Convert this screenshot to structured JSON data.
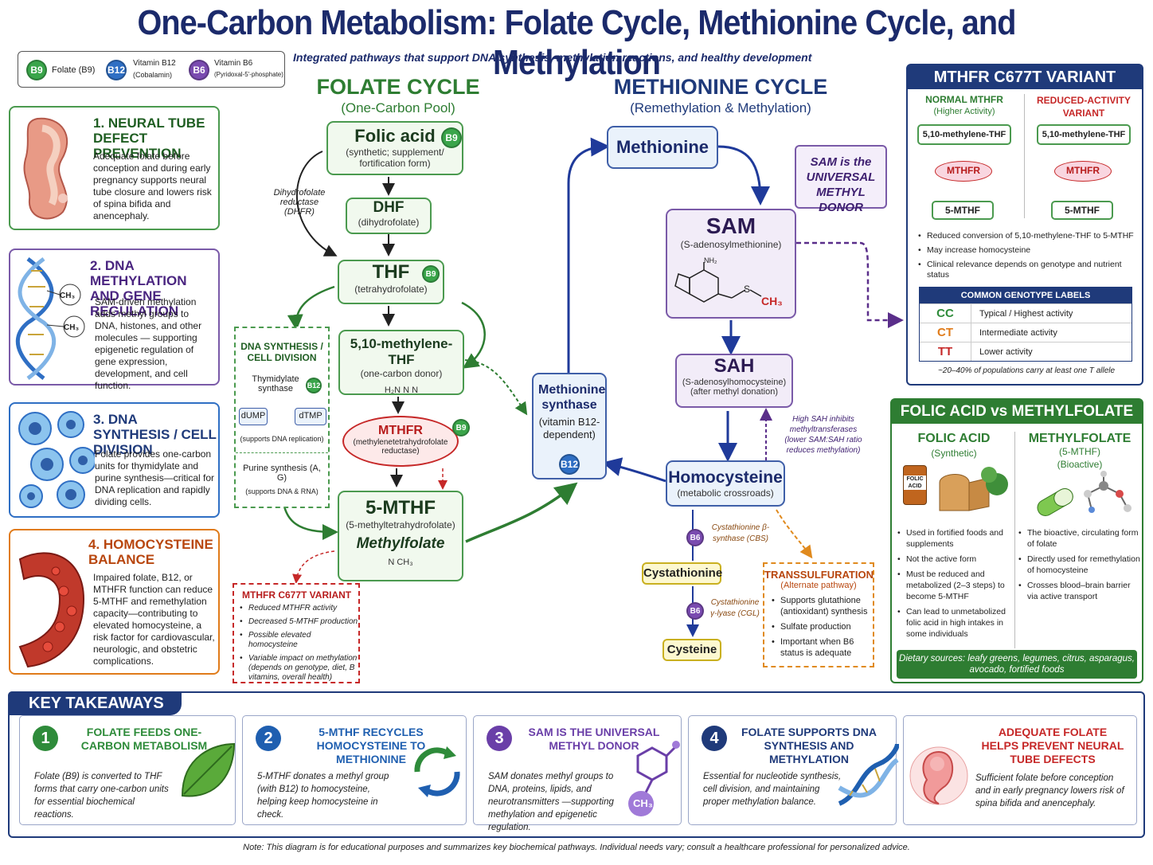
{
  "title": "One-Carbon Metabolism: Folate Cycle, Methionine Cycle, and Methylation",
  "subtitle": "Integrated pathways that support DNA synthesis, methylation reactions, and healthy development",
  "legend": [
    {
      "badge": "B9",
      "label": "Folate (B9)",
      "sub": "",
      "color": "#3aa54a"
    },
    {
      "badge": "B12",
      "label": "Vitamin B12",
      "sub": "(Cobalamin)",
      "color": "#2f6fc4"
    },
    {
      "badge": "B6",
      "label": "Vitamin B6",
      "sub": "(Pyridoxal-5'-phosphate)",
      "color": "#7a4bb0"
    }
  ],
  "folate": {
    "title": "FOLATE CYCLE",
    "sub": "(One-Carbon Pool)",
    "folic_acid": {
      "name": "Folic acid",
      "badge": "B9",
      "desc": "(synthetic; supplement/ fortification form)"
    },
    "dhfr": "Dihydrofolate reductase (DHFR)",
    "dhf": {
      "name": "DHF",
      "desc": "(dihydrofolate)"
    },
    "thf": {
      "name": "THF",
      "badge": "B9",
      "desc": "(tetrahydrofolate)"
    },
    "methylene": {
      "name": "5,10-methylene-THF",
      "desc": "(one-carbon donor)",
      "struct": "H₂N   N   N"
    },
    "mthfr": {
      "name": "MTHFR",
      "badge": "B9",
      "desc": "(methylenetetrahydrofolate reductase)"
    },
    "mthf": {
      "name": "5-MTHF",
      "desc": "(5-methyltetrahydrofolate)",
      "alt": "Methylfolate",
      "struct": "N   CH₃"
    },
    "dna_box": {
      "title": "DNA SYNTHESIS / CELL DIVISION",
      "enzyme": "Thymidylate synthase",
      "badge": "B12",
      "dump": "dUMP",
      "dtmp": "dTMP",
      "note1": "(supports DNA replication)",
      "purine": "Purine synthesis (A, G)",
      "note2": "(supports DNA & RNA)"
    },
    "variant_box": {
      "title": "MTHFR C677T VARIANT",
      "items": [
        "Reduced MTHFR activity",
        "Decreased 5-MTHF production",
        "Possible elevated homocysteine",
        "Variable impact on methylation (depends on genotype, diet, B vitamins, overall health)"
      ]
    }
  },
  "methionine": {
    "title": "METHIONINE CYCLE",
    "sub": "(Remethylation & Methylation)",
    "methionine": "Methionine",
    "sam": {
      "name": "SAM",
      "desc": "(S-adenosylmethionine)",
      "s": "S",
      "ch3": "CH₃",
      "nh2": "NH₂"
    },
    "sam_note": [
      "SAM is the",
      "UNIVERSAL",
      "METHYL DONOR"
    ],
    "sah": {
      "name": "SAH",
      "desc": "(S-adenosylhomocysteine)",
      "desc2": "(after methyl donation)"
    },
    "sah_note": "High SAH inhibits methyltransferases (lower SAM:SAH ratio reduces methylation)",
    "homocysteine": {
      "name": "Homocysteine",
      "desc": "(metabolic crossroads)"
    },
    "synthase": {
      "name": "Methionine synthase",
      "desc": "(vitamin B12-dependent)",
      "badge": "B12"
    },
    "cbs": {
      "badge": "B6",
      "label": "Cystathionine β-synthase (CBS)"
    },
    "cystathionine": "Cystathionine",
    "cgl": {
      "badge": "B6",
      "label": "Cystathionine γ-lyase (CGL)"
    },
    "cysteine": "Cysteine",
    "transsulfuration": {
      "title": "TRANSSULFURATION",
      "sub": "(Alternate pathway)",
      "items": [
        "Supports glutathione (antioxidant) synthesis",
        "Sulfate production",
        "Important when B6 status is adequate"
      ]
    }
  },
  "left_panels": [
    {
      "title": "1. NEURAL TUBE DEFECT PREVENTION",
      "text": "Adequate folate before conception and during early pregnancy supports neural tube closure and lowers risk of spina bifida and anencephaly.",
      "color": "#2f7d32"
    },
    {
      "title": "2. DNA METHYLATION AND GENE REGULATION",
      "text": "SAM-driven methylation adds methyl groups to DNA, histones, and other molecules — supporting epigenetic regulation of gene expression, development, and cell function.",
      "color": "#5a2e8a"
    },
    {
      "title": "3. DNA SYNTHESIS / CELL DIVISION",
      "text": "Folate provides one-carbon units for thymidylate and purine synthesis—critical for DNA replication and rapidly dividing cells.",
      "color": "#1f3a7a"
    },
    {
      "title": "4. HOMOCYSTEINE BALANCE",
      "text": "Impaired folate, B12, or MTHFR function can reduce 5-MTHF and remethylation capacity—contributing to elevated homocysteine, a risk factor for cardiovascular, neurologic, and obstetric complications.",
      "color": "#b8460e"
    }
  ],
  "mthfr_variant": {
    "title": "MTHFR C677T VARIANT",
    "normal": {
      "title": "NORMAL MTHFR",
      "sub": "(Higher Activity)"
    },
    "reduced": {
      "title": "REDUCED-ACTIVITY VARIANT"
    },
    "flow": {
      "top": "5,10-methylene-THF",
      "enzyme": "MTHFR",
      "bottom": "5-MTHF"
    },
    "items": [
      "Reduced conversion of 5,10-methylene-THF to 5-MTHF",
      "May increase homocysteine",
      "Clinical relevance depends on genotype and nutrient status"
    ],
    "genotype_title": "COMMON GENOTYPE LABELS",
    "genotypes": [
      {
        "code": "CC",
        "label": "Typical / Highest activity",
        "color": "#2e8b3a"
      },
      {
        "code": "CT",
        "label": "Intermediate activity",
        "color": "#e07b1a"
      },
      {
        "code": "TT",
        "label": "Lower activity",
        "color": "#c62828"
      }
    ],
    "footnote": "~20–40% of populations carry at least one T allele"
  },
  "folic_vs": {
    "title": "FOLIC ACID vs METHYLFOLATE",
    "folic": {
      "title": "FOLIC ACID",
      "sub": "(Synthetic)",
      "bottle": "FOLIC ACID",
      "items": [
        "Used in fortified foods and supplements",
        "Not the active form",
        "Must be reduced and metabolized (2–3 steps) to become 5-MTHF",
        "Can lead to unmetabolized folic acid in high intakes in some individuals"
      ]
    },
    "methyl": {
      "title": "METHYLFOLATE",
      "sub1": "(5-MTHF)",
      "sub2": "(Bioactive)",
      "items": [
        "The bioactive, circulating form of folate",
        "Directly used for remethylation of homocysteine",
        "Crosses blood–brain barrier via active transport"
      ]
    },
    "dietary": "Dietary sources: leafy greens, legumes, citrus, asparagus, avocado, fortified foods"
  },
  "takeaways": {
    "title": "KEY TAKEAWAYS",
    "items": [
      {
        "num": "1",
        "title": "FOLATE FEEDS ONE-CARBON METABOLISM",
        "text": "Folate (B9) is converted to THF forms that carry one-carbon units for essential biochemical reactions.",
        "color": "#2e8b3a"
      },
      {
        "num": "2",
        "title": "5-MTHF RECYCLES HOMOCYSTEINE TO METHIONINE",
        "text": "5-MTHF donates a methyl group (with B12) to homocysteine, helping keep homocysteine in check.",
        "color": "#1f5fb0"
      },
      {
        "num": "3",
        "title": "SAM IS THE UNIVERSAL METHYL DONOR",
        "text": "SAM donates methyl groups to DNA, proteins, lipids, and neurotransmitters —supporting methylation and epigenetic regulation.",
        "color": "#6a3fa8",
        "ch3": "CH₃"
      },
      {
        "num": "4",
        "title": "FOLATE SUPPORTS DNA SYNTHESIS AND METHYLATION",
        "text": "Essential for nucleotide synthesis, cell division, and maintaining proper methylation balance.",
        "color": "#1f3a7a"
      },
      {
        "num": "",
        "title": "ADEQUATE FOLATE HELPS PREVENT NEURAL TUBE DEFECTS",
        "text": "Sufficient folate before conception and in early pregnancy lowers risk of spina bifida and anencephaly.",
        "color": "#c62828"
      }
    ]
  },
  "note": "Note: This diagram is for educational purposes and summarizes key biochemical pathways. Individual needs vary; consult a healthcare professional for personalized advice.",
  "icons": [
    "neural-tube-icon",
    "dna-helix-icon",
    "cells-icon",
    "blood-vessel-icon",
    "leaf-icon",
    "recycle-arrows-icon",
    "molecule-icon",
    "embryo-icon",
    "supplement-bottle-icon",
    "bread-icon",
    "capsule-icon"
  ]
}
